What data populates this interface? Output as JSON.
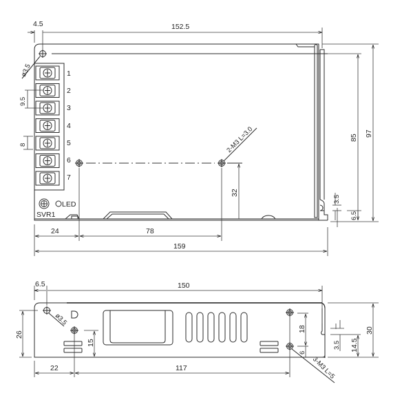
{
  "top_view": {
    "dimensions": {
      "offset_left": "4.5",
      "width_top": "152.5",
      "hole_dia": "ø3.5",
      "pitch": "9.5",
      "terminal_width": "8",
      "screw_spec": "2-M3 L=3.0",
      "hole_height": "32",
      "height_inner": "85",
      "height_total": "97",
      "slot_small": "3.5",
      "slot_offset": "6.5",
      "left_24": "24",
      "mid_78": "78",
      "total_159": "159"
    },
    "terminals": [
      "1",
      "2",
      "3",
      "4",
      "5",
      "6",
      "7"
    ],
    "svr_label": "SVR1",
    "led_label": "LED"
  },
  "side_view": {
    "dimensions": {
      "offset_left": "6.5",
      "width": "150",
      "hole_dia": "ø3.5",
      "height_26": "26",
      "height_15": "15",
      "left_22": "22",
      "mid_117": "117",
      "vert_18": "18",
      "vert_6": "6",
      "screw_spec": "3-M3 L=5",
      "slot_3_5": "3.5",
      "slot_14_5": "14.5",
      "height_30": "30"
    }
  }
}
